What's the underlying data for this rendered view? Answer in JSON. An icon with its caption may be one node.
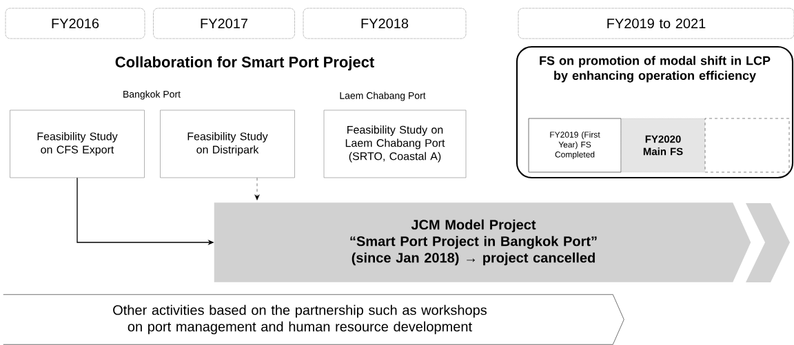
{
  "diagram": {
    "nodes": [
      {
        "text": [
          "FY2016"
        ]
      },
      {
        "text": [
          "FY2017"
        ]
      },
      {
        "text": [
          "FY2018"
        ]
      },
      {
        "text": [
          "FY2019 to 2021"
        ]
      },
      {
        "text": [
          "Feasibility Study on CFS Export"
        ]
      },
      {
        "text": [
          "Feasibility Study on Distripark"
        ]
      },
      {
        "text": [
          "Feasibility Study on Laem Chabang Port (SRTO, Coastal A)"
        ]
      },
      {
        "text": [
          "FS on promotion of modal shift in LCP by enhancing operation efficiency"
        ]
      },
      {
        "text": [
          "FY2019 (First Year) FS Completed"
        ],
        "in": 7
      },
      {
        "text": [
          "FY2020 Main FS"
        ],
        "in": 7
      },
      {
        "text": [],
        "shape": "box",
        "in": 7
      },
      {
        "text": [
          "JCM Model Project",
          "“Smart Port Project in Bangkok Port”",
          "(since Jan 2018) → project cancelled"
        ]
      },
      {
        "text": [
          "Other activities based on the partnership such as workshops on port management and human resource development"
        ]
      }
    ],
    "edges": [
      {
        "from": 4,
        "to": 11,
        "arrow": "to"
      },
      {
        "from": 5,
        "to": 11,
        "arrow": "to",
        "style": "dashed"
      }
    ],
    "labels": [
      "Collaboration for Smart Port Project",
      "Bangkok Port",
      "Laem Chabang Port"
    ]
  }
}
